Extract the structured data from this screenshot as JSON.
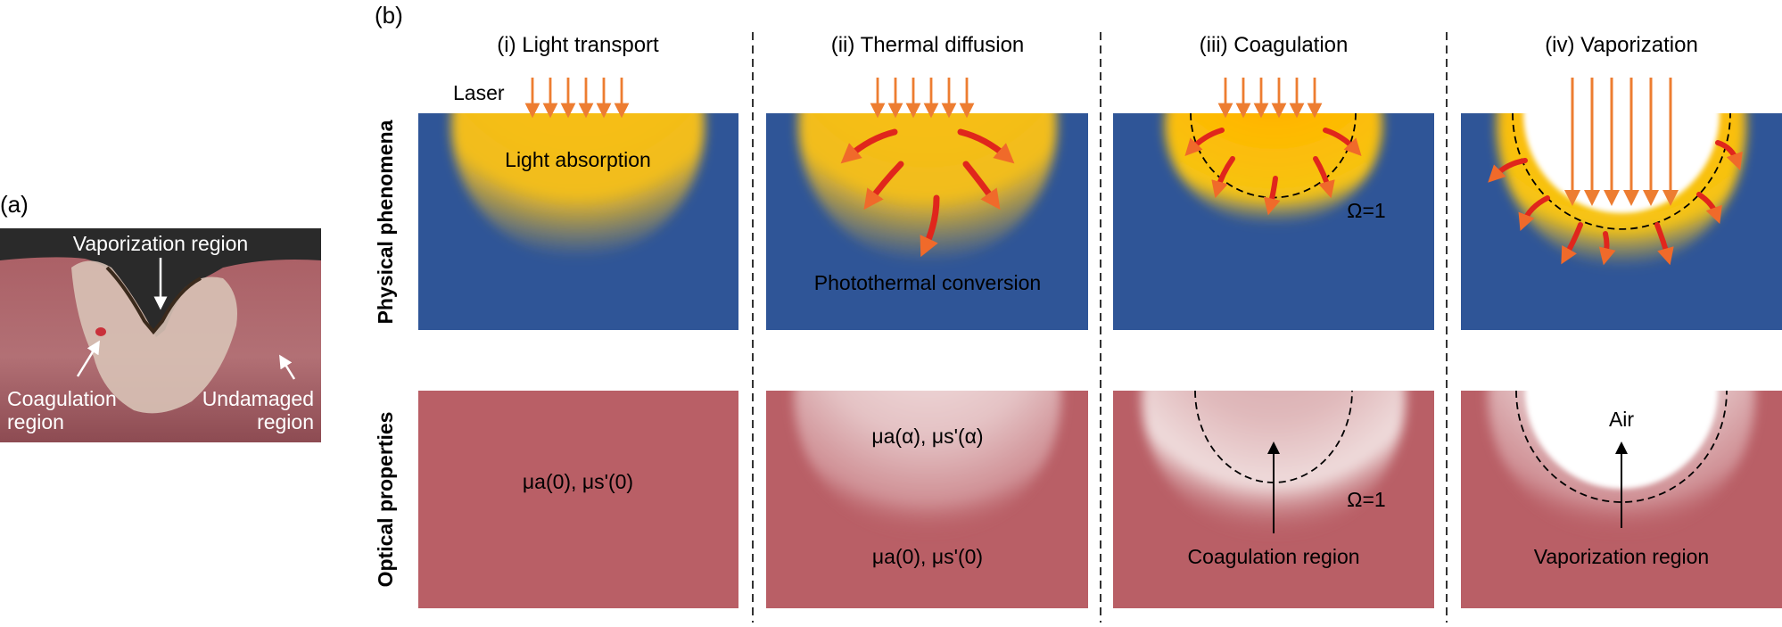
{
  "panel_a": {
    "label": "(a)",
    "photo_labels": {
      "vaporization": "Vaporization region",
      "coagulation_line1": "Coagulation",
      "coagulation_line2": "region",
      "undamaged_line1": "Undamaged",
      "undamaged_line2": "region"
    }
  },
  "panel_b": {
    "label": "(b)",
    "row_labels": {
      "top": "Physical phenomena",
      "bottom": "Optical properties"
    },
    "columns": [
      {
        "title": "(i) Light transport"
      },
      {
        "title": "(ii) Thermal diffusion"
      },
      {
        "title": "(iii) Coagulation"
      },
      {
        "title": "(iv)  Vaporization"
      }
    ],
    "top": {
      "laser_label": "Laser",
      "light_absorption": "Light absorption",
      "photothermal_conversion": "Photothermal conversion",
      "omega": "Ω=1"
    },
    "bottom": {
      "native_props": "μa(0), μs'(0)",
      "heated_props": "μa(α), μs'(α)",
      "omega": "Ω=1",
      "coagulation_region": "Coagulation region",
      "air": "Air",
      "vaporization_region": "Vaporization region"
    }
  },
  "colors": {
    "tissue_blue": "#2f5597",
    "tissue_red": "#b95f66",
    "laser_orange": "#ed7d31",
    "heat_arrow_red": "#e0261c",
    "absorption_yellow": "#ffc000"
  }
}
